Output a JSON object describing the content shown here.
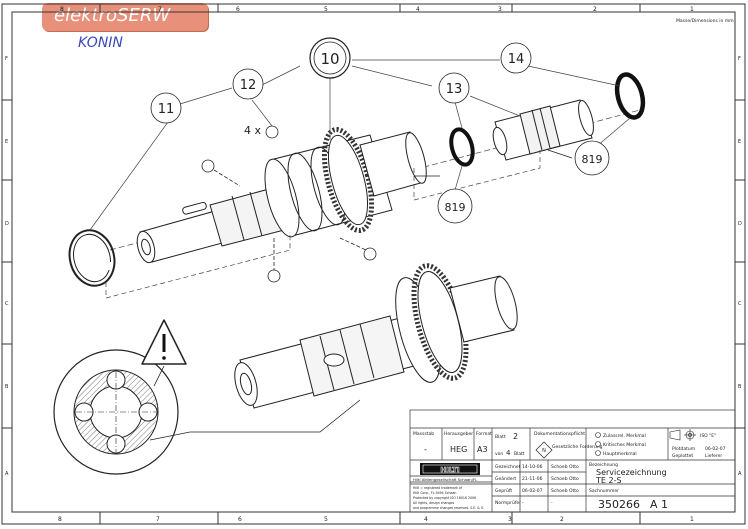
{
  "watermark": {
    "brand": "elektroSERW",
    "city": "KONIN"
  },
  "frame": {
    "cols_top": [
      "8",
      "7",
      "6",
      "5",
      "4",
      "3",
      "2",
      "1"
    ],
    "cols_bottom": [
      "8",
      "7",
      "6",
      "5",
      "4",
      "3",
      "2",
      "1"
    ],
    "rows": [
      "F",
      "E",
      "D",
      "C",
      "B",
      "A"
    ],
    "units_note": "Masse/Dimensions in mm"
  },
  "callouts": {
    "c10": "10",
    "c11": "11",
    "c12": "12",
    "c13": "13",
    "c14": "14",
    "qty": "4 x",
    "code_a": "819",
    "code_b": "819"
  },
  "title_block": {
    "massstab_label": "Massstab",
    "massstab_value": "-",
    "herausgeber_label": "Herausgeber",
    "herausgeber_value": "HEG",
    "format_label": "Format",
    "format_value": "A3",
    "blatt_label": "Blatt",
    "blatt_value": "2",
    "von_label": "von",
    "von_value": "4",
    "blatt2_label": "Blatt",
    "doku_label": "Dokumentationspflicht",
    "gesetz_label": "Gesetzliche Forderung",
    "zul_label": "Zulassrel. Merkmal",
    "krit_label": "Kritisches Merkmal",
    "haupt_label": "Hauptmerkmal",
    "iso_label": "ISO \"E\"",
    "plotdatum_label": "Plotdatum",
    "plotdatum_value": "06-02-07",
    "geplottet_label": "Geplottet",
    "geplottet_value": "Lieferer",
    "gezeichnet_label": "Gezeichnet",
    "gezeichnet_date": "14-10-06",
    "gezeichnet_name": "Schoeb Otto",
    "geandert_label": "Geändert",
    "geandert_date": "21-11-06",
    "geandert_name": "Schoeb Otto",
    "geprueft_label": "Geprüft",
    "geprueft_date": "06-02-07",
    "geprueft_name": "Schoeb Otto",
    "normpruefer_label": "Normprüfer",
    "normpruefer_date": "-",
    "normpruefer_name": "-",
    "bezeichnung_label": "Bezeichnung",
    "bezeichnung_line1": "Servicezeichnung",
    "bezeichnung_line2": "TE 2-S",
    "sachnummer_label": "Sachnummer",
    "sachnummer_value": "350266",
    "revision_value": "A 1",
    "company_name": "Hilti Aktiengesellschaft Schaan/FL",
    "brand_logo": "HILTI",
    "legal_line1": "Hilti = registered trademark of",
    "legal_line2": "Hilti Corp., FL-9494 Schaan",
    "legal_line3": "Protected by copyright ISO 16016 2006",
    "legal_line4": "All rights, design changes",
    "legal_line5": "and programme changes reserved. S.E. & O."
  },
  "colors": {
    "watermark_bg": "#e8907a",
    "watermark_blue": "#3a49b8",
    "ink": "#222222",
    "gear": "#333333"
  }
}
